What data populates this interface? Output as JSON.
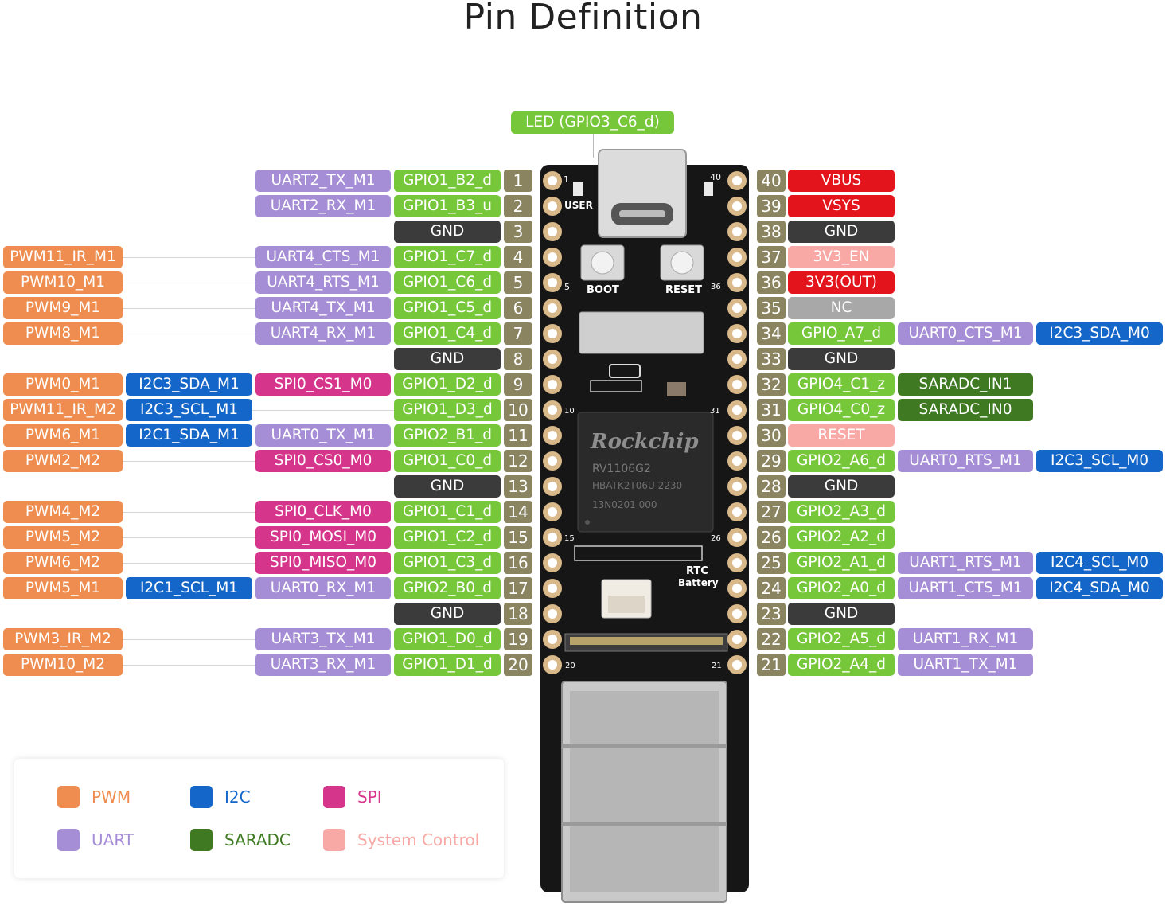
{
  "title": "Pin Definition",
  "colors": {
    "pwm": "#ee8d4f",
    "uart": "#a58ed6",
    "i2c": "#1467c9",
    "spi": "#d6358c",
    "saradc": "#3f7a22",
    "system_control": "#f8a9a6",
    "gpio": "#77c73a",
    "gnd": "#3b3b3b",
    "power": "#e3141b",
    "nc": "#a8a8a8",
    "pin_number": "#8b8461"
  },
  "led_label": "LED (GPIO3_C6_d)",
  "board": {
    "user_label": "USER",
    "boot_label": "BOOT",
    "reset_label": "RESET",
    "chip_brand": "Rockchip",
    "chip_model": "RV1106G2",
    "chip_line2": "HBATK2T06U 2230",
    "chip_line3": "13N0201 000",
    "rtc_label": "RTC",
    "battery_label": "Battery",
    "silk_1": "1",
    "silk_40": "40",
    "silk_5": "5",
    "silk_36": "36",
    "silk_10": "10",
    "silk_31": "31",
    "silk_15": "15",
    "silk_26": "26",
    "silk_20": "20",
    "silk_21": "21"
  },
  "left_pins": [
    {
      "num": "1",
      "gpio": "GPIO1_B2_d",
      "f1": {
        "text": "UART2_TX_M1",
        "type": "uart"
      }
    },
    {
      "num": "2",
      "gpio": "GPIO1_B3_u",
      "f1": {
        "text": "UART2_RX_M1",
        "type": "uart"
      }
    },
    {
      "num": "3",
      "gpio": "GND",
      "gtype": "gnd"
    },
    {
      "num": "4",
      "gpio": "GPIO1_C7_d",
      "f1": {
        "text": "UART4_CTS_M1",
        "type": "uart"
      },
      "f3": {
        "text": "PWM11_IR_M1",
        "type": "pwm"
      }
    },
    {
      "num": "5",
      "gpio": "GPIO1_C6_d",
      "f1": {
        "text": "UART4_RTS_M1",
        "type": "uart"
      },
      "f3": {
        "text": "PWM10_M1",
        "type": "pwm"
      }
    },
    {
      "num": "6",
      "gpio": "GPIO1_C5_d",
      "f1": {
        "text": "UART4_TX_M1",
        "type": "uart"
      },
      "f3": {
        "text": "PWM9_M1",
        "type": "pwm"
      }
    },
    {
      "num": "7",
      "gpio": "GPIO1_C4_d",
      "f1": {
        "text": "UART4_RX_M1",
        "type": "uart"
      },
      "f3": {
        "text": "PWM8_M1",
        "type": "pwm"
      }
    },
    {
      "num": "8",
      "gpio": "GND",
      "gtype": "gnd"
    },
    {
      "num": "9",
      "gpio": "GPIO1_D2_d",
      "f1": {
        "text": "SPI0_CS1_M0",
        "type": "spi"
      },
      "f2": {
        "text": "I2C3_SDA_M1",
        "type": "i2c"
      },
      "f3": {
        "text": "PWM0_M1",
        "type": "pwm"
      }
    },
    {
      "num": "10",
      "gpio": "GPIO1_D3_d",
      "f2": {
        "text": "I2C3_SCL_M1",
        "type": "i2c"
      },
      "f3": {
        "text": "PWM11_IR_M2",
        "type": "pwm"
      }
    },
    {
      "num": "11",
      "gpio": "GPIO2_B1_d",
      "f1": {
        "text": "UART0_TX_M1",
        "type": "uart"
      },
      "f2": {
        "text": "I2C1_SDA_M1",
        "type": "i2c"
      },
      "f3": {
        "text": "PWM6_M1",
        "type": "pwm"
      }
    },
    {
      "num": "12",
      "gpio": "GPIO1_C0_d",
      "f1": {
        "text": "SPI0_CS0_M0",
        "type": "spi"
      },
      "f3": {
        "text": "PWM2_M2",
        "type": "pwm"
      }
    },
    {
      "num": "13",
      "gpio": "GND",
      "gtype": "gnd"
    },
    {
      "num": "14",
      "gpio": "GPIO1_C1_d",
      "f1": {
        "text": "SPI0_CLK_M0",
        "type": "spi"
      },
      "f3": {
        "text": "PWM4_M2",
        "type": "pwm"
      }
    },
    {
      "num": "15",
      "gpio": "GPIO1_C2_d",
      "f1": {
        "text": "SPI0_MOSI_M0",
        "type": "spi"
      },
      "f3": {
        "text": "PWM5_M2",
        "type": "pwm"
      }
    },
    {
      "num": "16",
      "gpio": "GPIO1_C3_d",
      "f1": {
        "text": "SPI0_MISO_M0",
        "type": "spi"
      },
      "f3": {
        "text": "PWM6_M2",
        "type": "pwm"
      }
    },
    {
      "num": "17",
      "gpio": "GPIO2_B0_d",
      "f1": {
        "text": "UART0_RX_M1",
        "type": "uart"
      },
      "f2": {
        "text": "I2C1_SCL_M1",
        "type": "i2c"
      },
      "f3": {
        "text": "PWM5_M1",
        "type": "pwm"
      }
    },
    {
      "num": "18",
      "gpio": "GND",
      "gtype": "gnd"
    },
    {
      "num": "19",
      "gpio": "GPIO1_D0_d",
      "f1": {
        "text": "UART3_TX_M1",
        "type": "uart"
      },
      "f3": {
        "text": "PWM3_IR_M2",
        "type": "pwm"
      }
    },
    {
      "num": "20",
      "gpio": "GPIO1_D1_d",
      "f1": {
        "text": "UART3_RX_M1",
        "type": "uart"
      },
      "f3": {
        "text": "PWM10_M2",
        "type": "pwm"
      }
    }
  ],
  "right_pins": [
    {
      "num": "40",
      "gpio": "VBUS",
      "gtype": "power"
    },
    {
      "num": "39",
      "gpio": "VSYS",
      "gtype": "power"
    },
    {
      "num": "38",
      "gpio": "GND",
      "gtype": "gnd"
    },
    {
      "num": "37",
      "gpio": "3V3_EN",
      "gtype": "system_control"
    },
    {
      "num": "36",
      "gpio": "3V3(OUT)",
      "gtype": "power"
    },
    {
      "num": "35",
      "gpio": "NC",
      "gtype": "nc"
    },
    {
      "num": "34",
      "gpio": "GPIO_A7_d",
      "f1": {
        "text": "UART0_CTS_M1",
        "type": "uart"
      },
      "f2": {
        "text": "I2C3_SDA_M0",
        "type": "i2c"
      }
    },
    {
      "num": "33",
      "gpio": "GND",
      "gtype": "gnd"
    },
    {
      "num": "32",
      "gpio": "GPIO4_C1_z",
      "f1": {
        "text": "SARADC_IN1",
        "type": "saradc"
      }
    },
    {
      "num": "31",
      "gpio": "GPIO4_C0_z",
      "f1": {
        "text": "SARADC_IN0",
        "type": "saradc"
      }
    },
    {
      "num": "30",
      "gpio": "RESET",
      "gtype": "system_control"
    },
    {
      "num": "29",
      "gpio": "GPIO2_A6_d",
      "f1": {
        "text": "UART0_RTS_M1",
        "type": "uart"
      },
      "f2": {
        "text": "I2C3_SCL_M0",
        "type": "i2c"
      }
    },
    {
      "num": "28",
      "gpio": "GND",
      "gtype": "gnd"
    },
    {
      "num": "27",
      "gpio": "GPIO2_A3_d"
    },
    {
      "num": "26",
      "gpio": "GPIO2_A2_d"
    },
    {
      "num": "25",
      "gpio": "GPIO2_A1_d",
      "f1": {
        "text": "UART1_RTS_M1",
        "type": "uart"
      },
      "f2": {
        "text": "I2C4_SCL_M0",
        "type": "i2c"
      }
    },
    {
      "num": "24",
      "gpio": "GPIO2_A0_d",
      "f1": {
        "text": "UART1_CTS_M1",
        "type": "uart"
      },
      "f2": {
        "text": "I2C4_SDA_M0",
        "type": "i2c"
      }
    },
    {
      "num": "23",
      "gpio": "GND",
      "gtype": "gnd"
    },
    {
      "num": "22",
      "gpio": "GPIO2_A5_d",
      "f1": {
        "text": "UART1_RX_M1",
        "type": "uart"
      }
    },
    {
      "num": "21",
      "gpio": "GPIO2_A4_d",
      "f1": {
        "text": "UART1_TX_M1",
        "type": "uart"
      }
    }
  ],
  "legend": [
    {
      "label": "PWM",
      "type": "pwm"
    },
    {
      "label": "I2C",
      "type": "i2c"
    },
    {
      "label": "SPI",
      "type": "spi"
    },
    {
      "label": "UART",
      "type": "uart"
    },
    {
      "label": "SARADC",
      "type": "saradc"
    },
    {
      "label": "System Control",
      "type": "system_control"
    }
  ]
}
